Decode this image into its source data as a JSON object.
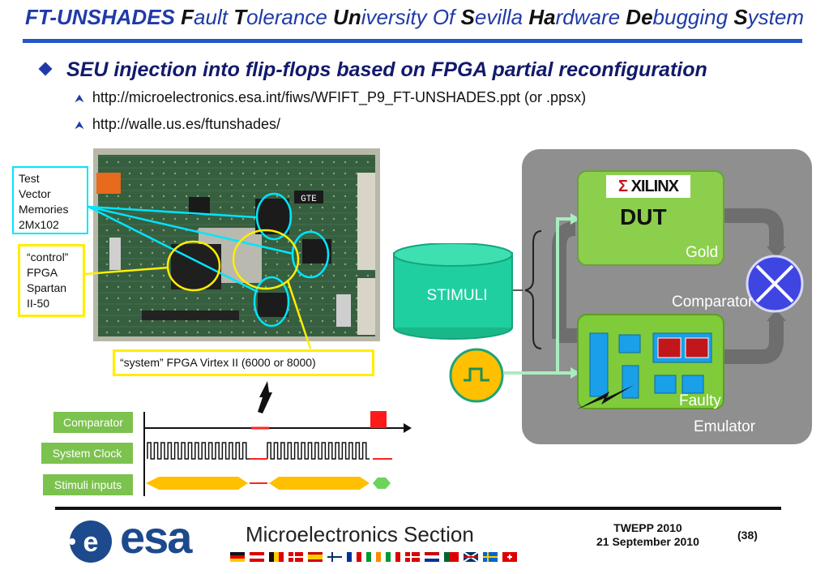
{
  "title": {
    "lead": "FT-UNSHADES",
    "parts": [
      {
        "cap": "F",
        "rest": "ault "
      },
      {
        "cap": "T",
        "rest": "olerance "
      },
      {
        "cap": "Un",
        "rest": "iversity Of "
      },
      {
        "cap": "S",
        "rest": "evilla "
      },
      {
        "cap": "Ha",
        "rest": "rdware "
      },
      {
        "cap": "De",
        "rest": "bugging "
      },
      {
        "cap": "S",
        "rest": "ystem"
      }
    ]
  },
  "bullet": "SEU injection into flip-flops based on FPGA partial reconfiguration",
  "links": [
    "http://microelectronics.esa.int/fiws/WFIFT_P9_FT-UNSHADES.ppt (or .ppsx)",
    "http://walle.us.es/ftunshades/"
  ],
  "callouts": {
    "memories": [
      "Test",
      "Vector",
      "Memories",
      "2Mx102"
    ],
    "control": [
      "“control”",
      "FPGA",
      "Spartan",
      "II-50"
    ],
    "system": "“system” FPGA Virtex II (6000 or 8000)"
  },
  "board": {
    "chip_label": "GTE"
  },
  "diagram": {
    "stimuli": "STIMULI",
    "xilinx": "XILINX",
    "dut": "DUT",
    "gold": "Gold",
    "comparator": "Comparator",
    "faulty": "Faulty",
    "emulator": "Emulator"
  },
  "waveforms": {
    "labels": [
      "Comparator",
      "System Clock",
      "Stimuli inputs"
    ]
  },
  "footer": {
    "logo": "esa",
    "section": "Microelectronics Section",
    "event": "TWEPP 2010",
    "date": "21 September 2010",
    "page": "(38)"
  },
  "colors": {
    "title_blue": "#1f3aa8",
    "cyan": "#00e5ff",
    "yellow": "#ffee00",
    "green": "#8ccf4c",
    "teal": "#1fcf9f",
    "red": "#ff2222",
    "orange": "#ffc000"
  }
}
